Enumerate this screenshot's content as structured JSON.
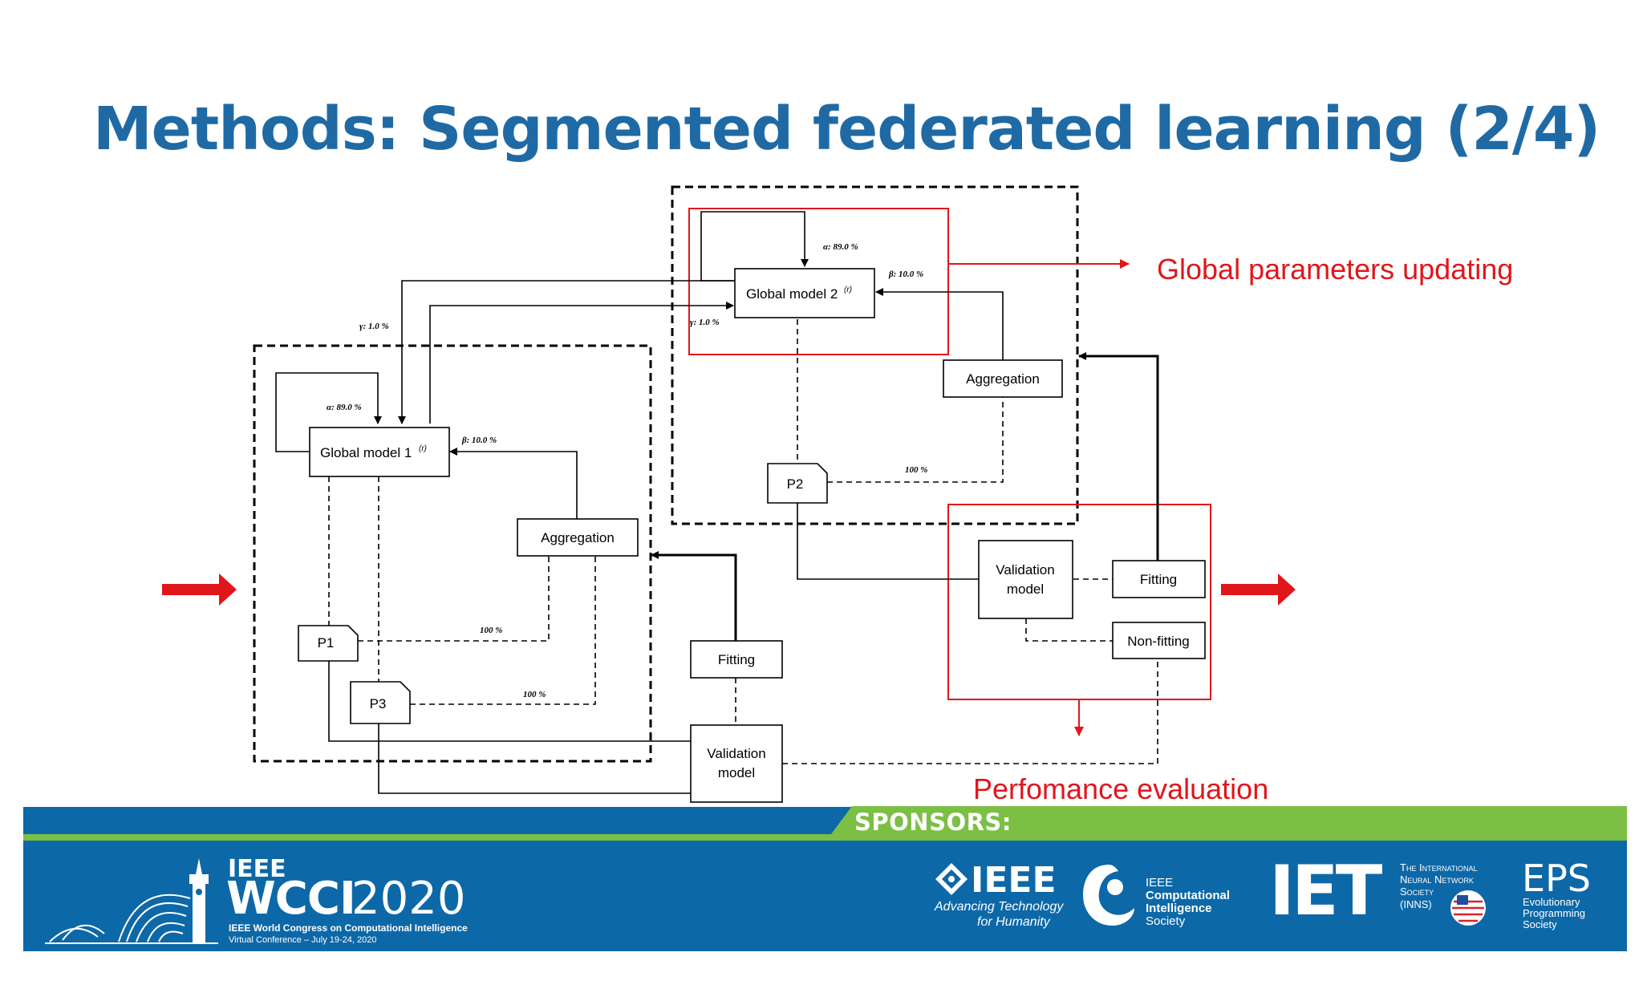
{
  "slide": {
    "title": "Methods: Segmented federated learning (2/4)"
  },
  "diagram": {
    "nodes": {
      "global_model_1": "Global model 1",
      "global_model_2": "Global model 2",
      "superscript": "(r)",
      "aggregation_1": "Aggregation",
      "aggregation_2": "Aggregation",
      "p1": "P1",
      "p2": "P2",
      "p3": "P3",
      "fitting_1": "Fitting",
      "fitting_2": "Fitting",
      "non_fitting": "Non-fitting",
      "validation_1_line1": "Validation",
      "validation_1_line2": "model",
      "validation_2_line1": "Validation",
      "validation_2_line2": "model"
    },
    "weights": {
      "alpha_1": "α: 89.0 %",
      "beta_1": "β: 10.0 %",
      "gamma_1": "γ: 1.0 %",
      "alpha_2": "α: 89.0 %",
      "beta_2": "β: 10.0 %",
      "gamma_2": "γ: 1.0 %",
      "p1_pct": "100 %",
      "p2_pct": "100 %",
      "p3_pct": "100 %"
    },
    "annotations": {
      "global_update": "Global parameters updating",
      "performance": "Perfomance evaluation"
    },
    "colors": {
      "annotation_red": "#e0161b",
      "line": "#000000"
    }
  },
  "footer": {
    "sponsors_label": "SPONSORS:",
    "event_ieee": "IEEE",
    "event_wcci": "WCCI",
    "event_year": "2020",
    "event_full": "IEEE World Congress on Computational Intelligence",
    "event_dates": "Virtual Conference – July 19-24, 2020",
    "sponsor_ieee": "IEEE",
    "sponsor_ieee_tag1": "Advancing Technology",
    "sponsor_ieee_tag2": "for Humanity",
    "sponsor_cis_1": "IEEE",
    "sponsor_cis_2": "Computational",
    "sponsor_cis_3": "Intelligence",
    "sponsor_cis_4": "Society",
    "sponsor_iet": "IET",
    "sponsor_inns_1": "The International",
    "sponsor_inns_2": "Neural Network",
    "sponsor_inns_3": "Society",
    "sponsor_inns_4": "(INNS)",
    "sponsor_eps": "EPS",
    "sponsor_eps_1": "Evolutionary",
    "sponsor_eps_2": "Programming",
    "sponsor_eps_3": "Society",
    "colors": {
      "blue": "#0d68a8",
      "green": "#7bbf44"
    }
  }
}
